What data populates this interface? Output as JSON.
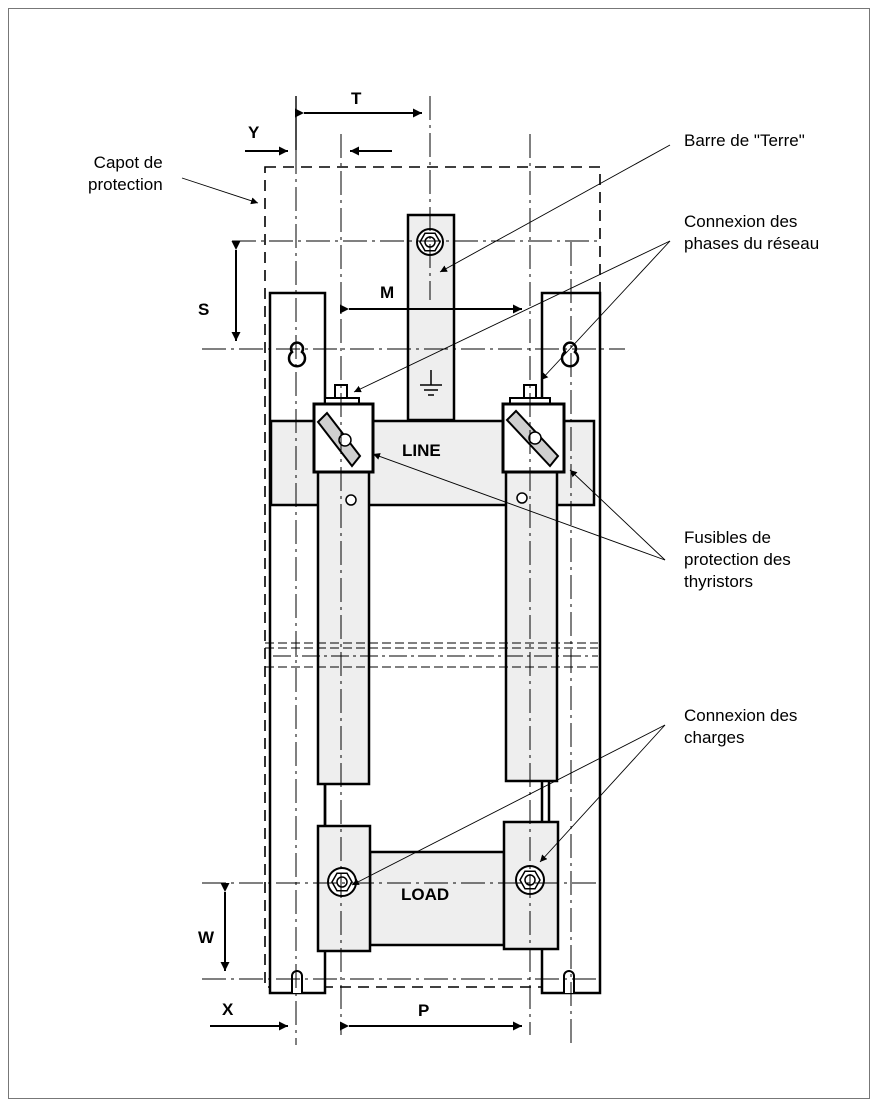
{
  "dimensions": {
    "T": "T",
    "Y": "Y",
    "S": "S",
    "M": "M",
    "W": "W",
    "X": "X",
    "P": "P"
  },
  "busbar_captions": {
    "line": "LINE",
    "load": "LOAD"
  },
  "callouts": {
    "capot": "Capot de\nprotection",
    "terre": "Barre de \"Terre\"",
    "phases": "Connexion des\nphases du réseau",
    "fusibles": "Fusibles de\nprotection des\nthyristors",
    "charges": "Connexion des\ncharges"
  },
  "colors": {
    "line": "#000000",
    "fill": "#eeeeee",
    "frame": "#777777"
  }
}
